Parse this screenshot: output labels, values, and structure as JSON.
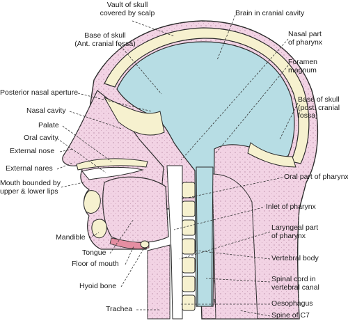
{
  "colors": {
    "brain": "#b7dde4",
    "tissue": "#f2d3e4",
    "bone": "#f6f1cf",
    "outline": "#2b2b2b",
    "dot": "#b78aa4"
  },
  "labels": {
    "vault_of_skull": "Vault of skull\ncovered by scalp",
    "base_ant": "Base of skull\n(Ant. cranial fossa)",
    "brain": "Brain in cranial cavity",
    "nasal_pharynx": "Nasal part\nof pharynx",
    "foramen_magnum": "Foramen\nmagnum",
    "posterior_nasal_aperture": "Posterior nasal aperture",
    "base_post": "Base of skull\n(post. cranial\nfossa)",
    "nasal_cavity": "Nasal cavity",
    "palate": "Palate",
    "oral_cavity": "Oral cavity",
    "external_nose": "External nose",
    "external_nares": "External nares",
    "mouth_lips": "Mouth bounded by\nupper & lower lips",
    "oral_pharynx": "Oral part of pharynx",
    "inlet_pharynx": "Inlet of pharynx",
    "mandible": "Mandible",
    "laryngeal_pharynx": "Laryngeal part\nof pharynx",
    "tongue": "Tongue",
    "floor_mouth": "Floor of mouth",
    "vertebral_body": "Vertebral body",
    "hyoid": "Hyoid bone",
    "spinal_cord": "Spinal cord in\nvertebral canal",
    "oesophagus": "Oesophagus",
    "trachea": "Trachea",
    "spine_c7": "Spine of C7"
  }
}
